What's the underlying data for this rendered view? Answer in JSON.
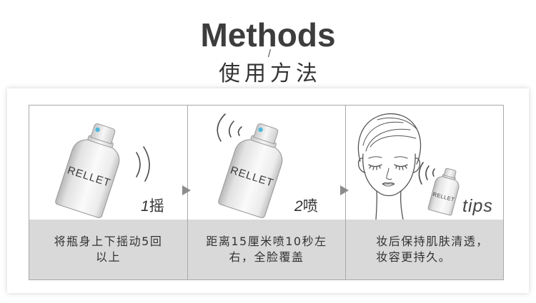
{
  "header": {
    "title": "Methods",
    "divider": "/",
    "subtitle": "使用方法"
  },
  "product": {
    "brand": "RELLET"
  },
  "steps": [
    {
      "label_num": "1",
      "label_text": "摇",
      "lines": [
        "将瓶身上下摇动5回",
        "以上"
      ]
    },
    {
      "label_num": "2",
      "label_text": "喷",
      "lines": [
        "距离15厘米喷10秒左",
        "右，全脸覆盖"
      ]
    },
    {
      "label_text": "tips",
      "lines": [
        "妆后保持肌肤清透，",
        "妆容更持久。"
      ]
    }
  ],
  "icons": {
    "step_arrow": "triangle-right-icon"
  },
  "colors": {
    "title": "#3d3d3d",
    "text": "#333333",
    "description_background": "#d9d9d9",
    "border": "#a9a9a9",
    "arrow": "#8c8c8c",
    "nozzle_accent": "#4fb8dc"
  }
}
